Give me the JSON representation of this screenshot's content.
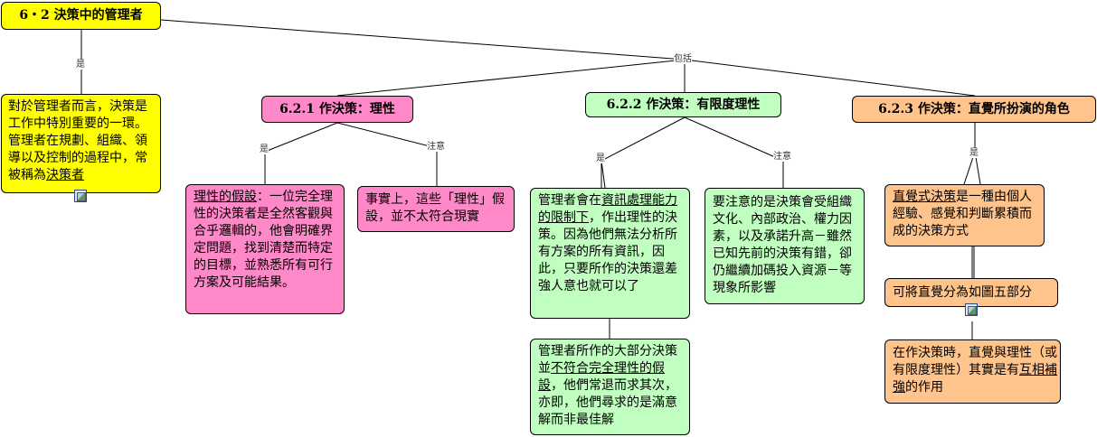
{
  "root": {
    "label": "6・2  決策中的管理者"
  },
  "edge_labels": {
    "root_is": "是",
    "root_includes": "包括",
    "rational_is": "是",
    "rational_note": "注意",
    "bounded_is": "是",
    "bounded_note": "注意",
    "intuition_is": "是"
  },
  "definition": {
    "text": "對於管理者而言，決策是工作中特別重要的一環。管理者在規劃、組織、領導以及控制的過程中，常被稱為",
    "underlined": "決策者"
  },
  "rational": {
    "title": "6.2.1  作決策：理性",
    "assumption_term": "理性的假設",
    "assumption_text": "：一位完全理性的決策者是全然客觀與合乎邏輯的，他會明確界定問題，找到清楚而特定的目標，並熟悉所有可行方案及可能結果。",
    "note_text": "事實上，這些「理性」假設，並不太符合現實"
  },
  "bounded": {
    "title": "6.2.2  作決策：有限度理性",
    "desc_pre": "管理者會在",
    "desc_term": "資訊處理能力的限制下",
    "desc_post": "，作出理性的決策。因為他們無法分析所有方案的所有資訊，因此，只要所作的決策還差強人意也就可以了",
    "detail_pre": "管理者所作的大部分決策並",
    "detail_term": "不符合完全理性的假設",
    "detail_post": "，他們常退而求其次，亦即，他們尋求的是滿意解而非最佳解",
    "note_text": "要注意的是決策會受組織文化、內部政治、權力因素，以及承諾升高－雖然已知先前的決策有錯，卻仍繼續加碼投入資源－等現象所影響"
  },
  "intuition": {
    "title": "6.2.3  作決策：直覺所扮演的角色",
    "def_term": "直覺式決策",
    "def_text": "是一種由個人經驗、感覺和判斷累積而成的決策方式",
    "parts_text": "可將直覺分為如圖五部分",
    "combo_pre": "在作決策時，直覺與理性（或有限度理性）其實是有",
    "combo_term": "互相補強",
    "combo_post": "的作用"
  },
  "colors": {
    "root": "#ffff00",
    "rational": "#ff88c8",
    "bounded": "#c0ffc0",
    "intuition": "#ffc48c"
  },
  "icons": [
    "image-attachment-icon",
    "image-attachment-icon"
  ]
}
